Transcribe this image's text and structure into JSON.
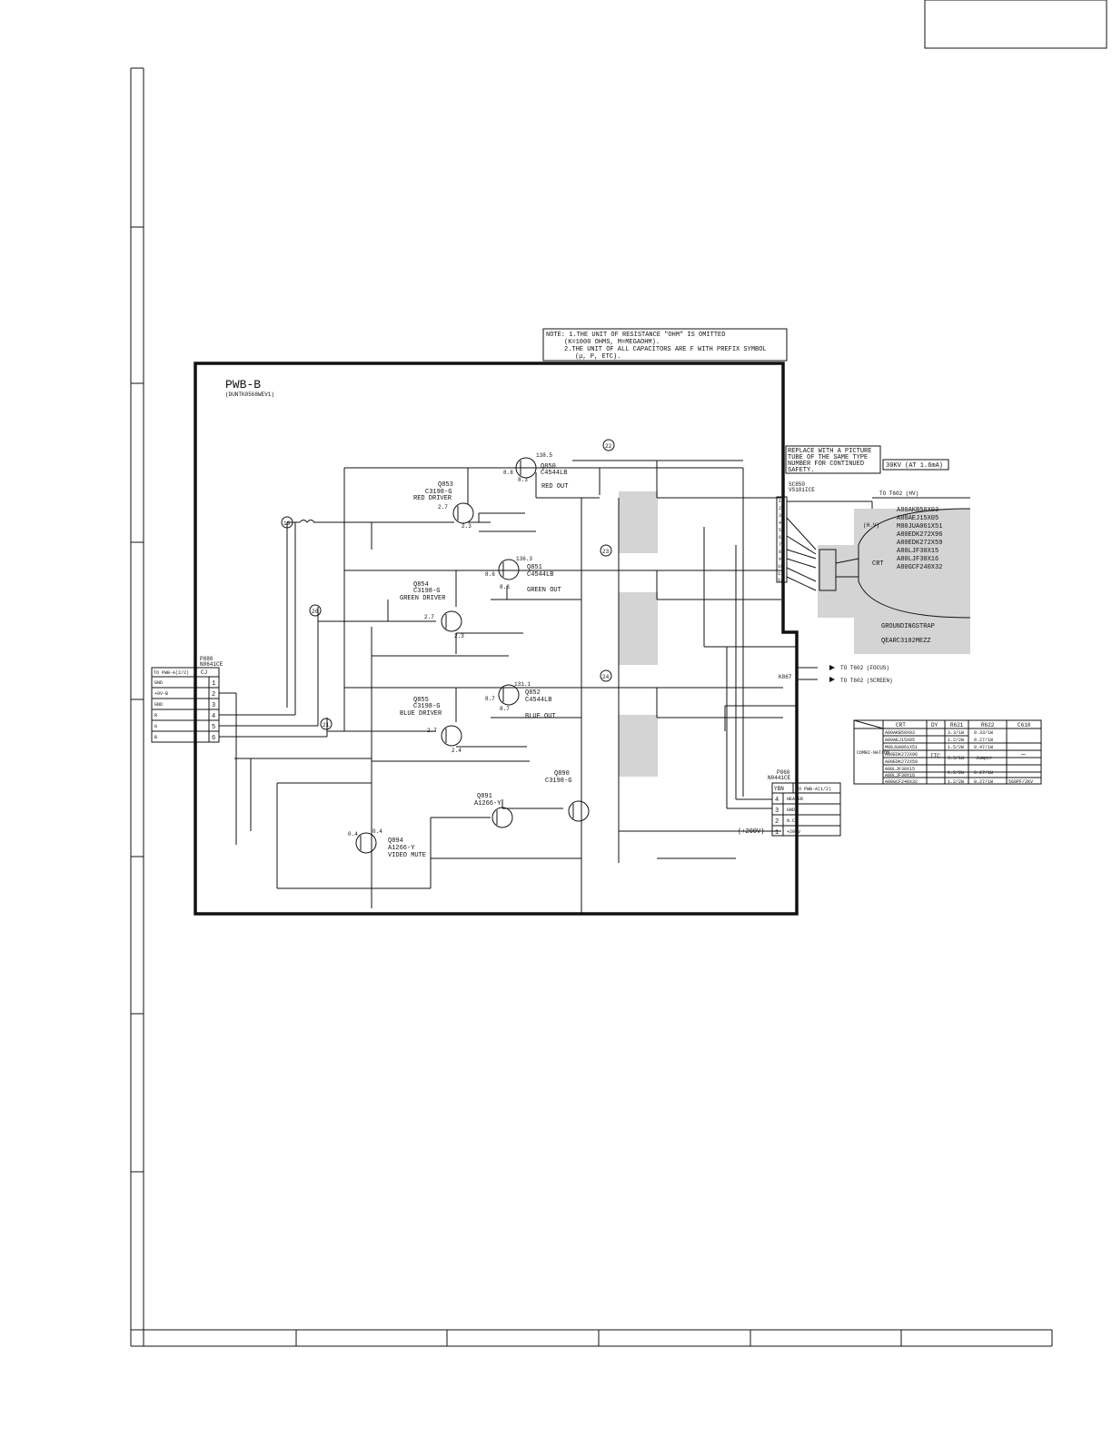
{
  "note": {
    "line1": "NOTE: 1.THE UNIT OF RESISTANCE \"OHM\" IS OMITTED",
    "line2": "(K=1000 OHMS, M=MEGAOHM).",
    "line3": "2.THE UNIT OF ALL CAPACITORS ARE F WITH PREFIX SYMBOL",
    "line4": "(μ, P, ETC)."
  },
  "board": {
    "title": "PWB-B",
    "part": "(DUNTK8568WEV1)"
  },
  "safety": {
    "line1": "REPLACE WITH A PICTURE",
    "line2": "TUBE OF THE SAME TYPE",
    "line3": "NUMBER FOR CONTINUED",
    "line4": "SAFETY.",
    "hv": "30KV (AT 1.6mA)"
  },
  "test_points": [
    "19",
    "20",
    "21",
    "22",
    "23",
    "24"
  ],
  "left_connector": {
    "ref": "P880",
    "part": "N0641CE",
    "title": "TO PWB-A(2/2)",
    "code": "CJ",
    "pins": [
      {
        "name": "GND",
        "num": "1"
      },
      {
        "name": "+9V-B",
        "num": "2"
      },
      {
        "name": "GND",
        "num": "3"
      },
      {
        "name": "R",
        "num": "4"
      },
      {
        "name": "G",
        "num": "5"
      },
      {
        "name": "B",
        "num": "6"
      }
    ]
  },
  "right_connector": {
    "ref": "P860",
    "part": "N0441CE",
    "code": "YBN",
    "title": "TO PWB-A(1/2)",
    "pins": [
      {
        "num": "4",
        "name": "HEATER"
      },
      {
        "num": "3",
        "name": "GND"
      },
      {
        "num": "2",
        "name": "N.C."
      },
      {
        "num": "1",
        "name": "+200V"
      }
    ]
  },
  "socket": {
    "ref": "SC850",
    "part": "VS101ICE",
    "pins": [
      "1",
      "2",
      "3",
      "4",
      "5",
      "6",
      "7",
      "8",
      "9",
      "10",
      "11",
      "12"
    ]
  },
  "crt": {
    "label": "CRT",
    "hv_label": "TO T602 (HV)",
    "hv_tag": "(H.V)",
    "models": [
      "A80AKB50X03",
      "A80AEJ15X05",
      "M80JUA061X51",
      "A80EDK272X96",
      "A80EDK272X59",
      "A80LJF30X15",
      "A80LJF30X16",
      "A80GCF240X32"
    ],
    "grounding": "GROUNDINGSTRAP",
    "grounding_part": "QEARC3102MEZZ"
  },
  "outputs": {
    "focus": "TO T602 (FOCUS)",
    "screen": "TO T602 (SCREEN)",
    "k": "K867",
    "v200": "(+200V)"
  },
  "transistors": [
    {
      "ref": "Q850",
      "part": "C4544LB"
    },
    {
      "ref": "Q851",
      "part": "C4544LB"
    },
    {
      "ref": "Q852",
      "part": "C4544LB"
    },
    {
      "ref": "Q853",
      "part": "C3198-G",
      "role": "RED DRIVER"
    },
    {
      "ref": "Q854",
      "part": "C3198-G",
      "role": "GREEN DRIVER"
    },
    {
      "ref": "Q855",
      "part": "C3198-G",
      "role": "BLUE DRIVER"
    },
    {
      "ref": "Q890",
      "part": "C3198-G"
    },
    {
      "ref": "Q891",
      "part": "A1266-Y"
    },
    {
      "ref": "Q894",
      "part": "A1266-Y",
      "role": "VIDEO MUTE"
    }
  ],
  "stage_labels": {
    "red": "RED OUT",
    "green": "GREEN OUT",
    "blue": "BLUE OUT"
  },
  "voltages": [
    "138.5",
    "136.3",
    "131.1",
    "8.8",
    "8.3",
    "8.6",
    "8.3",
    "8.7",
    "8.7",
    "2.7",
    "2.3",
    "2.7",
    "2.3",
    "2.7",
    "2.4",
    "0.4",
    "0.4"
  ],
  "table": {
    "headers": [
      "",
      "CRT",
      "DY",
      "R621",
      "R622",
      "C610"
    ],
    "group": "COMBI-NATION",
    "dy": "ITC",
    "rows": [
      {
        "crt": "A80AKB50X03",
        "r621": "3.3/1W",
        "r622": "0.33/1W",
        "c610": ""
      },
      {
        "crt": "A80AEJ15X05",
        "r621": "1.2/2W",
        "r622": "0.27/1W",
        "c610": ""
      },
      {
        "crt": "M80JUA061X51",
        "r621": "1.5/2W",
        "r622": "0.47/1W",
        "c610": ""
      },
      {
        "crt": "A80EDK272X96",
        "r621": "3.3/1W",
        "r622": "Jumper",
        "c610": "—"
      },
      {
        "crt": "A80EDK272X59",
        "r621": "",
        "r622": "",
        "c610": ""
      },
      {
        "crt": "A80LJF30X15",
        "r621": "1.2/2W",
        "r622": "0.27/1W",
        "c610": ""
      },
      {
        "crt": "A80LJF30X16",
        "r621": "",
        "r622": "",
        "c610": ""
      },
      {
        "crt": "A80GCF240X32",
        "r621": "1.2/2W",
        "r622": "0.27/1W",
        "c610": "560PF/2KV"
      }
    ]
  }
}
